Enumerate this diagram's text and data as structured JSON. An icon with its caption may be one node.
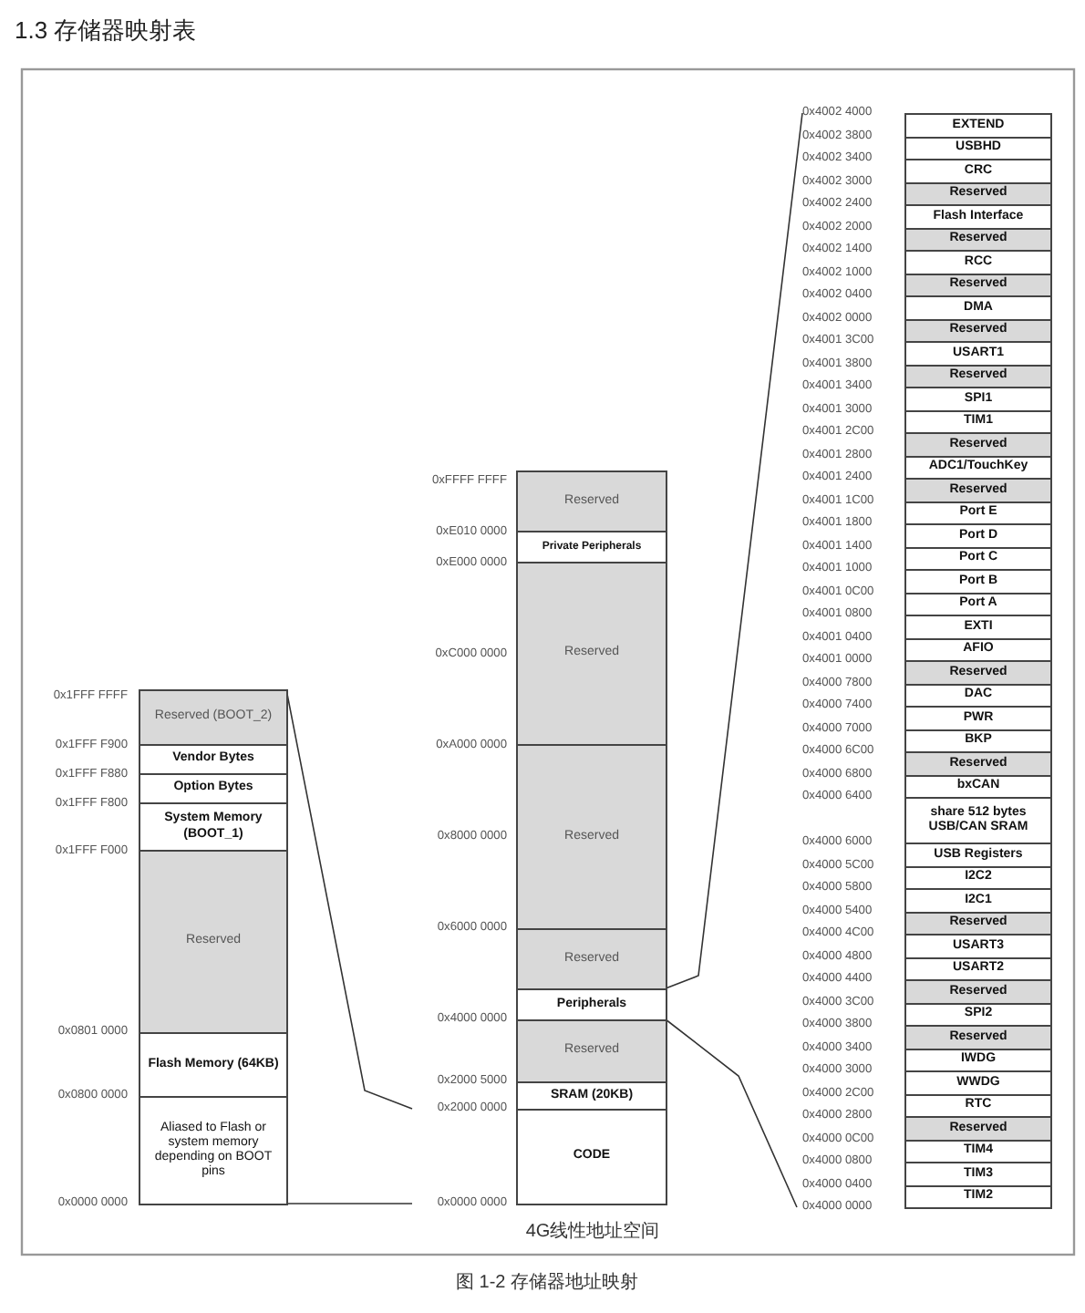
{
  "diagram": {
    "title": "1.3 存储器映射表",
    "caption": "图 1-2 存储器地址映射",
    "nodes": [
      {
        "text": [],
        "shape": "box"
      },
      {
        "text": [
          "Reserved (BOOT_2)"
        ],
        "in": 0
      },
      {
        "text": [
          "Vendor Bytes"
        ],
        "in": 0
      },
      {
        "text": [
          "Option Bytes"
        ],
        "in": 0
      },
      {
        "text": [
          "System Memory (BOOT_1)"
        ],
        "in": 0
      },
      {
        "text": [
          "Reserved"
        ],
        "in": 0
      },
      {
        "text": [
          "Flash Memory (64KB)"
        ],
        "in": 0
      },
      {
        "text": [
          "Aliased to Flash or system memory depending on BOOT pins"
        ],
        "in": 0
      },
      {
        "text": [
          "Reserved"
        ]
      },
      {
        "text": [
          "Private Peripherals"
        ]
      },
      {
        "text": [
          "Reserved"
        ]
      },
      {
        "text": [
          "Reserved"
        ]
      },
      {
        "text": [
          "Reserved"
        ]
      },
      {
        "text": [
          "Peripherals"
        ]
      },
      {
        "text": [
          "Reserved"
        ]
      },
      {
        "text": [
          "SRAM (20KB)"
        ]
      },
      {
        "text": [
          "CODE"
        ]
      },
      {
        "text": [],
        "shape": "box"
      },
      {
        "text": [
          "EXTEND"
        ],
        "in": 17
      },
      {
        "text": [
          "USBHD"
        ],
        "in": 17
      },
      {
        "text": [
          "CRC"
        ],
        "in": 17
      },
      {
        "text": [
          "Reserved"
        ],
        "in": 17
      },
      {
        "text": [
          "Flash Interface"
        ],
        "in": 17
      },
      {
        "text": [
          "Reserved"
        ],
        "in": 17
      },
      {
        "text": [
          "RCC"
        ],
        "in": 17
      },
      {
        "text": [
          "Reserved"
        ],
        "in": 17
      },
      {
        "text": [
          "DMA"
        ],
        "in": 17
      },
      {
        "text": [
          "Reserved"
        ],
        "in": 17
      },
      {
        "text": [
          "USART1"
        ],
        "in": 17
      },
      {
        "text": [
          "Reserved"
        ],
        "in": 17
      },
      {
        "text": [
          "SPI1"
        ],
        "in": 17
      },
      {
        "text": [
          "TIM1"
        ],
        "in": 17
      },
      {
        "text": [
          "Reserved"
        ],
        "in": 17
      },
      {
        "text": [
          "ADC1/TouchKey"
        ],
        "in": 17
      },
      {
        "text": [
          "Reserved"
        ],
        "in": 17
      },
      {
        "text": [
          "Port E"
        ],
        "in": 17
      },
      {
        "text": [
          "Port D"
        ],
        "in": 17
      },
      {
        "text": [
          "Port C"
        ],
        "in": 17
      },
      {
        "text": [
          "Port B"
        ],
        "in": 17
      },
      {
        "text": [
          "Port A"
        ],
        "in": 17
      },
      {
        "text": [
          "EXTI"
        ],
        "in": 17
      },
      {
        "text": [
          "AFIO"
        ],
        "in": 17
      },
      {
        "text": [
          "Reserved"
        ],
        "in": 17
      },
      {
        "text": [
          "DAC"
        ],
        "in": 17
      },
      {
        "text": [
          "PWR"
        ],
        "in": 17
      },
      {
        "text": [
          "BKP"
        ],
        "in": 17
      },
      {
        "text": [
          "Reserved"
        ],
        "in": 17
      },
      {
        "text": [
          "bxCAN"
        ],
        "in": 17
      },
      {
        "text": [
          "share 512 bytes USB/CAN SRAM"
        ],
        "in": 17
      },
      {
        "text": [
          "USB Registers"
        ],
        "in": 17
      },
      {
        "text": [
          "I2C2"
        ],
        "in": 17
      },
      {
        "text": [
          "I2C1"
        ],
        "in": 17
      },
      {
        "text": [
          "Reserved"
        ],
        "in": 17
      },
      {
        "text": [
          "USART3"
        ],
        "in": 17
      },
      {
        "text": [
          "USART2"
        ],
        "in": 17
      },
      {
        "text": [
          "Reserved"
        ],
        "in": 17
      },
      {
        "text": [
          "SPI2"
        ],
        "in": 17
      },
      {
        "text": [
          "Reserved"
        ],
        "in": 17
      },
      {
        "text": [
          "IWDG"
        ],
        "in": 17
      },
      {
        "text": [
          "WWDG"
        ],
        "in": 17
      },
      {
        "text": [
          "RTC"
        ],
        "in": 17
      },
      {
        "text": [
          "Reserved"
        ],
        "in": 17
      },
      {
        "text": [
          "TIM4"
        ],
        "in": 17
      },
      {
        "text": [
          "TIM3"
        ],
        "in": 17
      },
      {
        "text": [
          "TIM2"
        ],
        "in": 17
      }
    ],
    "edges": [
      {
        "from": 16,
        "to": 0,
        "arrow": "none"
      },
      {
        "from": 16,
        "to": 0,
        "arrow": "none"
      },
      {
        "from": 13,
        "to": 17,
        "arrow": "none"
      },
      {
        "from": 13,
        "to": 17,
        "arrow": "none"
      }
    ],
    "labels": [
      "0x1FFF FFFF",
      "0x1FFF F900",
      "0x1FFF F880",
      "0x1FFF F800",
      "0x1FFF F000",
      "0x0801 0000",
      "0x0800 0000",
      "0x0000 0000",
      "0xFFFF FFFF",
      "0xE010 0000",
      "0xE000 0000",
      "0xC000 0000",
      "0xA000 0000",
      "0x8000 0000",
      "0x6000 0000",
      "0x4000 0000",
      "0x2000 5000",
      "0x2000 0000",
      "0x0000 0000",
      "4G线性地址空间",
      "0x4002 4000",
      "0x4002 3800",
      "0x4002 3400",
      "0x4002 3000",
      "0x4002 2400",
      "0x4002 2000",
      "0x4002 1400",
      "0x4002 1000",
      "0x4002 0400",
      "0x4002 0000",
      "0x4001 3C00",
      "0x4001 3800",
      "0x4001 3400",
      "0x4001 3000",
      "0x4001 2C00",
      "0x4001 2800",
      "0x4001 2400",
      "0x4001 1C00",
      "0x4001 1800",
      "0x4001 1400",
      "0x4001 1000",
      "0x4001 0C00",
      "0x4001 0800",
      "0x4001 0400",
      "0x4001 0000",
      "0x4000 7800",
      "0x4000 7400",
      "0x4000 7000",
      "0x4000 6C00",
      "0x4000 6800",
      "0x4000 6400",
      "0x4000 6000",
      "0x4000 5C00",
      "0x4000 5800",
      "0x4000 5400",
      "0x4000 4C00",
      "0x4000 4800",
      "0x4000 4400",
      "0x4000 3C00",
      "0x4000 3800",
      "0x4000 3400",
      "0x4000 3000",
      "0x4000 2C00",
      "0x4000 2800",
      "0x4000 0C00",
      "0x4000 0800",
      "0x4000 0400",
      "0x4000 0000"
    ]
  }
}
